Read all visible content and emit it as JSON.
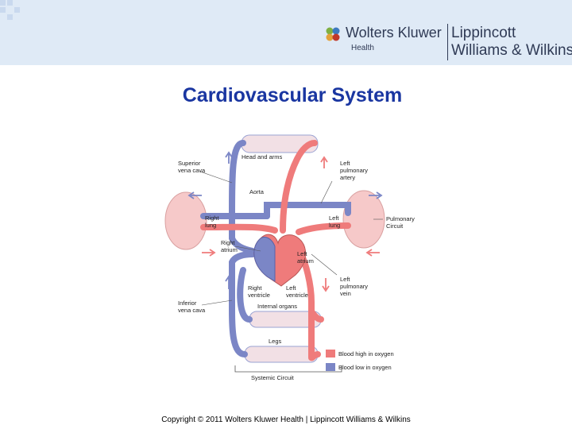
{
  "header": {
    "logo_main": "Wolters Kluwer",
    "logo_sub": "Health",
    "logo_partner_line1": "Lippincott",
    "logo_partner_line2": "Williams & Wilkins"
  },
  "title": "Cardiovascular System",
  "diagram": {
    "labels": {
      "head_and_arms": "Head and arms",
      "superior_vena_cava_1": "Superior",
      "superior_vena_cava_2": "vena cava",
      "left_pulmonary_artery_1": "Left",
      "left_pulmonary_artery_2": "pulmonary",
      "left_pulmonary_artery_3": "artery",
      "aorta": "Aorta",
      "right_lung_1": "Right",
      "right_lung_2": "lung",
      "left_lung_1": "Left",
      "left_lung_2": "lung",
      "pulmonary_circuit_1": "Pulmonary",
      "pulmonary_circuit_2": "Circuit",
      "right_atrium_1": "Right",
      "right_atrium_2": "atrium",
      "left_atrium_1": "Left",
      "left_atrium_2": "atrium",
      "left_pulmonary_vein_1": "Left",
      "left_pulmonary_vein_2": "pulmonary",
      "left_pulmonary_vein_3": "vein",
      "inferior_vena_cava_1": "Inferior",
      "inferior_vena_cava_2": "vena cava",
      "right_ventricle_1": "Right",
      "right_ventricle_2": "ventricle",
      "left_ventricle_1": "Left",
      "left_ventricle_2": "ventricle",
      "internal_organs": "Internal organs",
      "legs": "Legs",
      "systemic_circuit": "Systemic Circuit"
    },
    "legend": [
      {
        "label": "Blood high in oxygen",
        "color": "#ef7b7b"
      },
      {
        "label": "Blood low in oxygen",
        "color": "#7b86c6"
      }
    ],
    "colors": {
      "oxygen_high": "#ef7b7b",
      "oxygen_low": "#7b86c6"
    }
  },
  "footer": {
    "copyright": "Copyright © 2011 Wolters Kluwer Health | Lippincott Williams & Wilkins"
  }
}
